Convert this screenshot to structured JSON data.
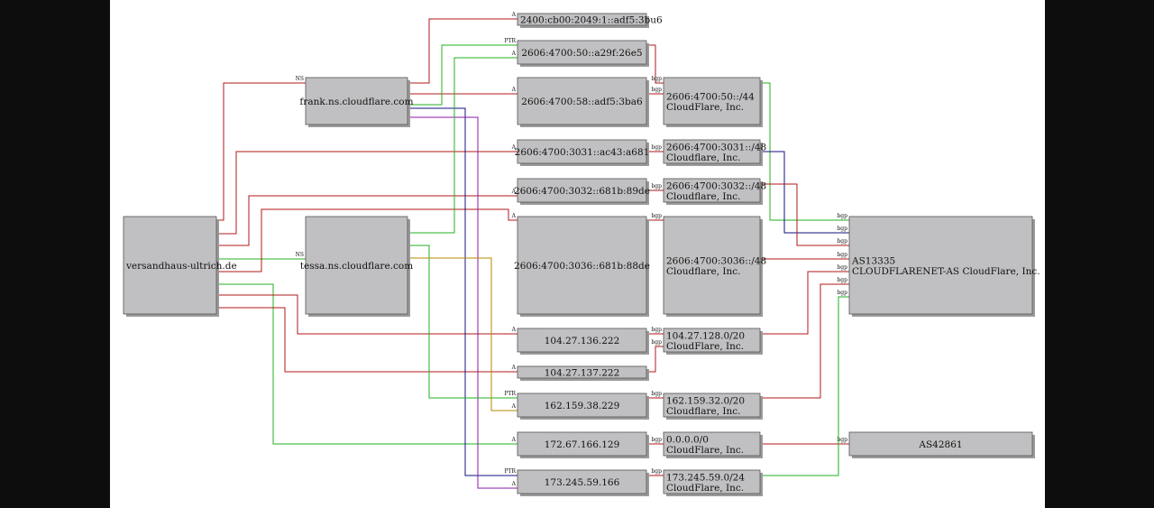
{
  "colors": {
    "page": "#0d0d0d",
    "canvas": "#ffffff",
    "node_fill": "#c0bfc1",
    "node_border": "#555555",
    "red": "#b01818",
    "green": "#22b022",
    "blue": "#101080",
    "purple": "#8a1aa8",
    "orange": "#b88a00"
  },
  "nodes": [
    {
      "id": "versandhaus",
      "lines": [
        "versandhaus-ultrich.de"
      ],
      "align": "start"
    },
    {
      "id": "frank",
      "lines": [
        "frank.ns.cloudflare.com"
      ],
      "align": "middle"
    },
    {
      "id": "tessa",
      "lines": [
        "tessa.ns.cloudflare.com"
      ],
      "align": "middle"
    },
    {
      "id": "ip6_bu6",
      "lines": [
        "2400:cb00:2049:1::adf5:3bu6"
      ],
      "align": "start"
    },
    {
      "id": "ip6_29f",
      "lines": [
        "2606:4700:50::a29f:26e5"
      ],
      "align": "middle"
    },
    {
      "id": "ip6_3ba6",
      "lines": [
        "2606:4700:58::adf5:3ba6"
      ],
      "align": "middle"
    },
    {
      "id": "ip6_a681",
      "lines": [
        "2606:4700:3031::ac43:a681"
      ],
      "align": "middle"
    },
    {
      "id": "ip6_89de",
      "lines": [
        "2606:4700:3032::681b:89de"
      ],
      "align": "middle"
    },
    {
      "id": "ip6_88de",
      "lines": [
        "2606:4700:3036::681b:88de"
      ],
      "align": "middle"
    },
    {
      "id": "ip4_136",
      "lines": [
        "104.27.136.222"
      ],
      "align": "middle"
    },
    {
      "id": "ip4_137",
      "lines": [
        "104.27.137.222"
      ],
      "align": "middle"
    },
    {
      "id": "ip4_162",
      "lines": [
        "162.159.38.229"
      ],
      "align": "middle"
    },
    {
      "id": "ip4_172",
      "lines": [
        "172.67.166.129"
      ],
      "align": "middle"
    },
    {
      "id": "ip4_173",
      "lines": [
        "173.245.59.166"
      ],
      "align": "middle"
    },
    {
      "id": "net_50",
      "lines": [
        "2606:4700:50::/44",
        "CloudFlare, Inc."
      ],
      "align": "start"
    },
    {
      "id": "net_3031",
      "lines": [
        "2606:4700:3031::/48",
        "Cloudflare, Inc."
      ],
      "align": "start"
    },
    {
      "id": "net_3032",
      "lines": [
        "2606:4700:3032::/48",
        "Cloudflare, Inc."
      ],
      "align": "start"
    },
    {
      "id": "net_3036",
      "lines": [
        "2606:4700:3036::/48",
        "Cloudflare, Inc."
      ],
      "align": "start"
    },
    {
      "id": "net_104",
      "lines": [
        "104.27.128.0/20",
        "CloudFlare, Inc."
      ],
      "align": "start"
    },
    {
      "id": "net_162",
      "lines": [
        "162.159.32.0/20",
        "Cloudflare, Inc."
      ],
      "align": "start"
    },
    {
      "id": "net_0",
      "lines": [
        "0.0.0.0/0",
        "CloudFlare, Inc."
      ],
      "align": "start"
    },
    {
      "id": "net_173",
      "lines": [
        "173.245.59.0/24",
        "CloudFlare, Inc."
      ],
      "align": "start"
    },
    {
      "id": "as13335",
      "lines": [
        "AS13335",
        "CLOUDFLARENET-AS CloudFlare, Inc."
      ],
      "align": "start"
    },
    {
      "id": "as42861",
      "lines": [
        "AS42861"
      ],
      "align": "middle"
    }
  ],
  "edges": [
    {
      "id": "e_ns_frank",
      "color": "red",
      "label": "NS"
    },
    {
      "id": "e_ns_tessa",
      "color": "green",
      "label": "NS"
    },
    {
      "id": "e_v_a681",
      "color": "red",
      "label": "A"
    },
    {
      "id": "e_v_89de",
      "color": "red",
      "label": "A"
    },
    {
      "id": "e_v_88de",
      "color": "red",
      "label": "A"
    },
    {
      "id": "e_v_172",
      "color": "green",
      "label": "A"
    },
    {
      "id": "e_v_136",
      "color": "red",
      "label": "A"
    },
    {
      "id": "e_v_137",
      "color": "red",
      "label": "A"
    },
    {
      "id": "e_f_bu6",
      "color": "red",
      "label": "A"
    },
    {
      "id": "e_f_3ba6",
      "color": "red",
      "label": "A"
    },
    {
      "id": "e_f_29f",
      "color": "green",
      "label": "PTR"
    },
    {
      "id": "e_f_173",
      "color": "blue",
      "label": "PTR"
    },
    {
      "id": "e_f_173b",
      "color": "purple",
      "label": "A"
    },
    {
      "id": "e_t_29f",
      "color": "green",
      "label": "A"
    },
    {
      "id": "e_t_162",
      "color": "green",
      "label": "PTR"
    },
    {
      "id": "e_t_162b",
      "color": "orange",
      "label": "A"
    },
    {
      "id": "e_29f_net",
      "color": "red",
      "label": "bgp"
    },
    {
      "id": "e_3ba6_net",
      "color": "red",
      "label": "bgp"
    },
    {
      "id": "e_a681_net",
      "color": "red",
      "label": "bgp"
    },
    {
      "id": "e_89de_net",
      "color": "red",
      "label": "bgp"
    },
    {
      "id": "e_88de_net",
      "color": "red",
      "label": "bgp"
    },
    {
      "id": "e_136_net",
      "color": "red",
      "label": "bgp"
    },
    {
      "id": "e_137_net",
      "color": "red",
      "label": "bgp"
    },
    {
      "id": "e_162_net",
      "color": "red",
      "label": "bgp"
    },
    {
      "id": "e_172_net",
      "color": "red",
      "label": "bgp"
    },
    {
      "id": "e_173_net",
      "color": "red",
      "label": "bgp"
    },
    {
      "id": "e_n50_as",
      "color": "green",
      "label": "bgp"
    },
    {
      "id": "e_n3031_as",
      "color": "blue",
      "label": "bgp"
    },
    {
      "id": "e_n3032_as",
      "color": "red",
      "label": "bgp"
    },
    {
      "id": "e_n3036_as",
      "color": "red",
      "label": "bgp"
    },
    {
      "id": "e_n104_as",
      "color": "red",
      "label": "bgp"
    },
    {
      "id": "e_n162_as",
      "color": "red",
      "label": "bgp"
    },
    {
      "id": "e_n0_as",
      "color": "red",
      "label": "bgp"
    },
    {
      "id": "e_n173_as",
      "color": "green",
      "label": "bgp"
    }
  ]
}
